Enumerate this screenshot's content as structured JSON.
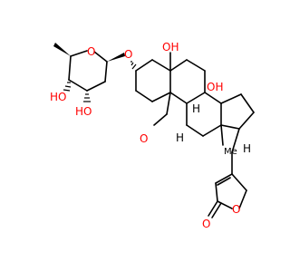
{
  "molecule": {
    "atom_labels": {
      "sugar_ring_o": "O",
      "glycosidic_o": "O",
      "oh_sugar_4": "HO",
      "oh_sugar_3": "HO",
      "oh_c5": "OH",
      "oh_c14": "OH",
      "aldehyde_o": "O",
      "h_c8": "H",
      "h_c9": "H",
      "methyl_c13": "Me",
      "h_c17": "H",
      "lactone_ring_o": "O",
      "lactone_carbonyl_o": "O"
    },
    "colors": {
      "oxygen": "#ff0000",
      "carbon_bond": "#000000",
      "background": "#ffffff"
    }
  }
}
